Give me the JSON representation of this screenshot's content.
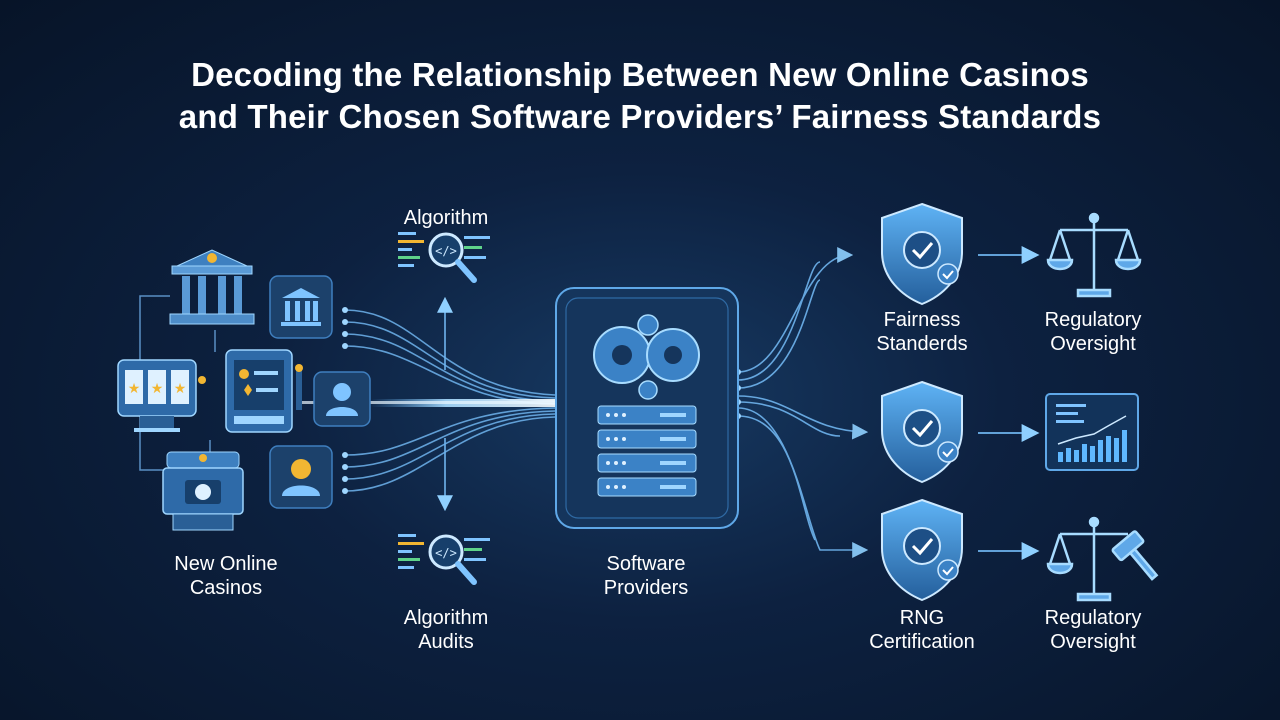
{
  "title": {
    "line1": "Decoding the Relationship Between New Online Casinos",
    "line2": "and Their Chosen Software Providers’ Fairness Standards"
  },
  "labels": {
    "casinos": [
      "New Online",
      "Casinos"
    ],
    "algorithm_top": "Algorithm",
    "algorithm_audits": [
      "Algorithm",
      "Audits"
    ],
    "software": [
      "Software",
      "Providers"
    ],
    "fairness": [
      "Fairness",
      "Standerds"
    ],
    "regulatory_top": [
      "Regulatory",
      "Oversight"
    ],
    "rng": [
      "RNG",
      "Certification"
    ],
    "regulatory_bottom": [
      "Regulatory",
      "Oversight"
    ]
  },
  "icons": [
    "bank-icon",
    "slot-machine-icon",
    "tablet-slot-icon",
    "casino-terminal-icon",
    "small-bank-icon",
    "user-icon",
    "user-avatar-icon",
    "code-magnifier-icon",
    "gears-icon",
    "server-rack-icon",
    "shield-check-icon",
    "scales-icon",
    "bar-chart-icon",
    "gavel-scales-icon"
  ],
  "colors": {
    "background": "#0b1c36",
    "accent": "#5fb8ff",
    "gold": "#f2b632",
    "line": "#7fc4ff"
  }
}
